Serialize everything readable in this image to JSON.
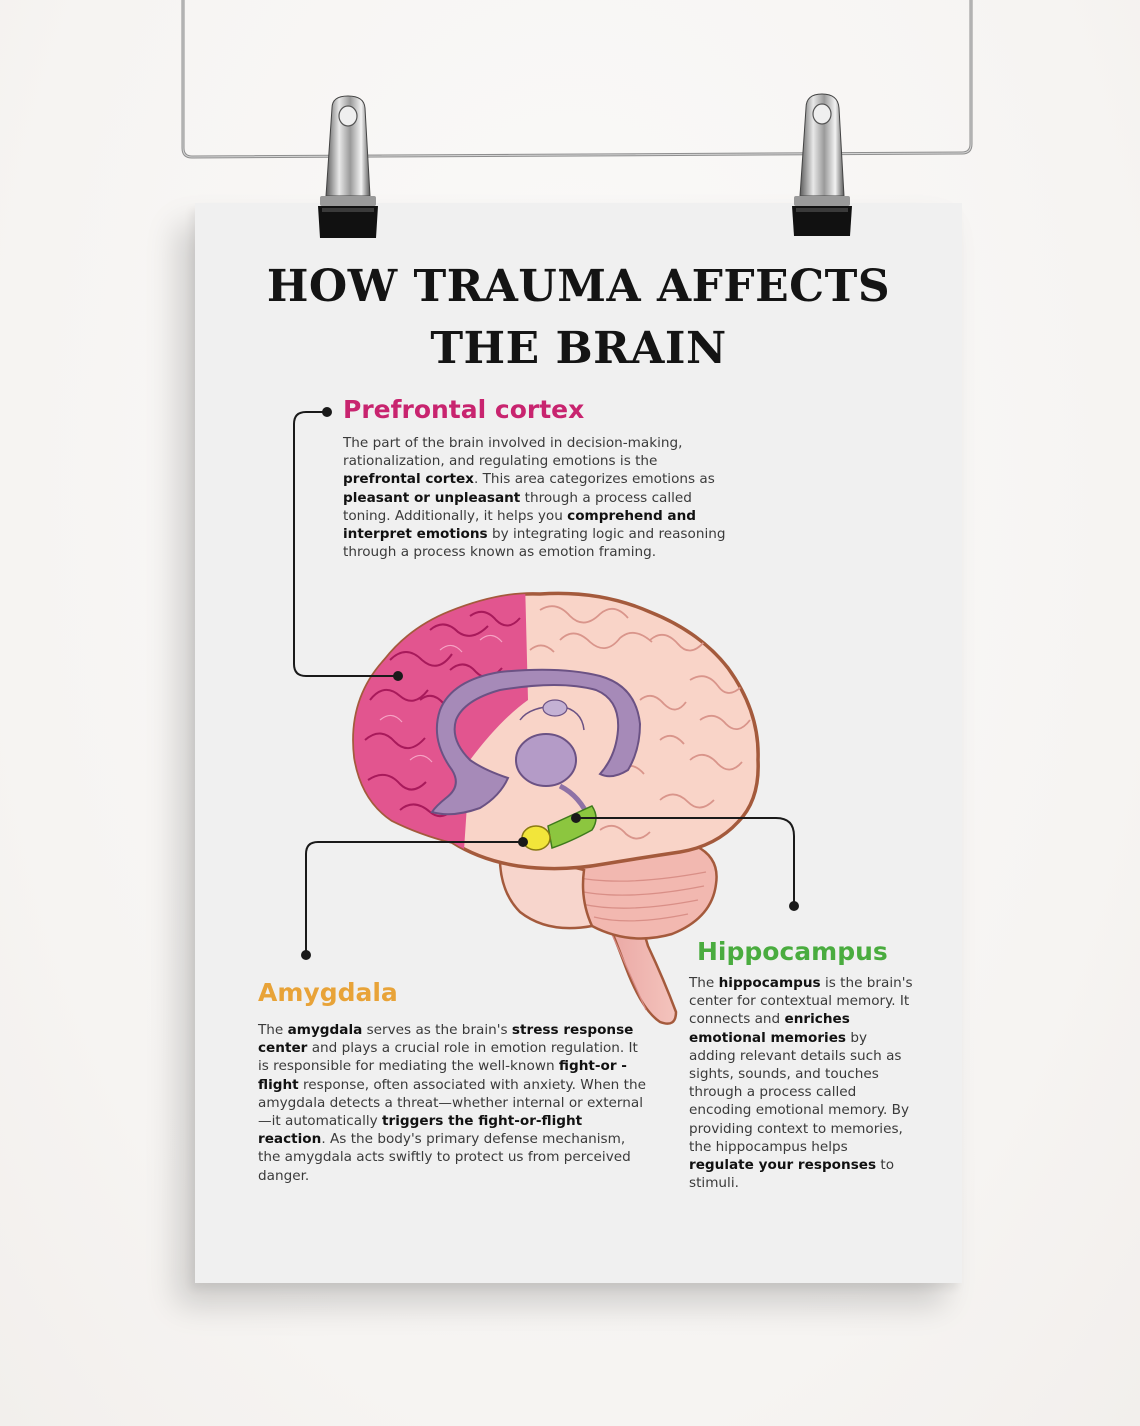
{
  "title": {
    "line1": "HOW TRAUMA AFFECTS",
    "line2": "THE BRAIN"
  },
  "colors": {
    "prefrontal": "#c8246f",
    "amygdala": "#e8a338",
    "hippocampus": "#4aac3f",
    "title": "#141414"
  },
  "sections": {
    "prefrontal": {
      "heading": "Prefrontal cortex",
      "parts": [
        "The part of the brain involved in decision-making, rationalization, and regulating emotions is the ",
        "prefrontal cortex",
        ". This area categorizes emotions as ",
        "pleasant or unpleasant",
        " through a process called toning. Additionally, it helps you ",
        "comprehend and interpret emotions",
        " by integrating logic and reasoning through a process known as emotion framing."
      ]
    },
    "amygdala": {
      "heading": "Amygdala",
      "parts": [
        "The ",
        "amygdala",
        " serves as the brain's ",
        "stress response center",
        " and plays a crucial role in emotion regulation. It is responsible for mediating the well-known ",
        "fight-or -flight",
        " response, often associated with anxiety. When the amygdala detects a threat—whether internal or external—it automatically ",
        "triggers the fight-or-flight reaction",
        ". As the body's primary defense mechanism, the amygdala acts swiftly to protect us from perceived danger."
      ]
    },
    "hippocampus": {
      "heading": "Hippocampus",
      "parts": [
        "The ",
        "hippocampus",
        " is the brain's center for contextual memory. It connects and ",
        "enriches emotional memories",
        " by adding relevant details such as sights, sounds, and touches through a process called encoding emotional memory. By providing context to memories, the hippocampus helps ",
        "regulate your responses",
        " to stimuli."
      ]
    }
  },
  "icons": [
    "binder-clip-icon",
    "wire-hanger-icon",
    "brain-illustration"
  ]
}
